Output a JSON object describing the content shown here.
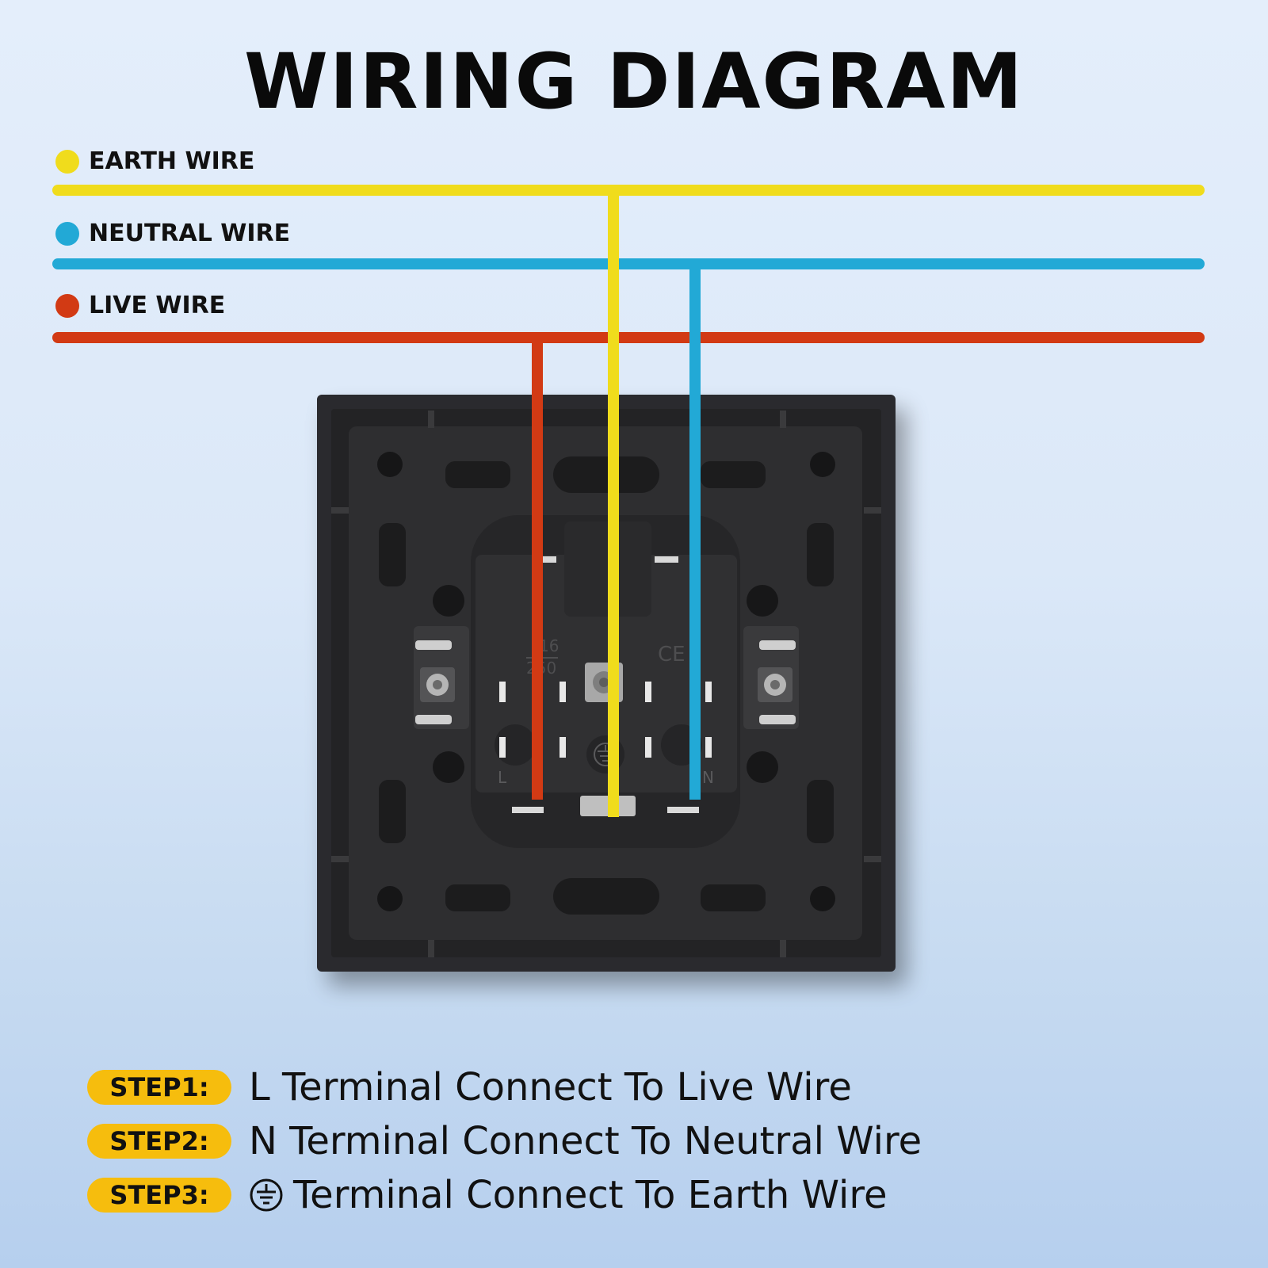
{
  "title": "WIRING DIAGRAM",
  "legend": [
    {
      "label": "EARTH WIRE",
      "color": "#f0dc1c"
    },
    {
      "label": "NEUTRAL WIRE",
      "color": "#22a9d6"
    },
    {
      "label": "LIVE WIRE",
      "color": "#d23a14"
    }
  ],
  "socket_markings": {
    "left_terminal": "L",
    "right_terminal": "N",
    "rating_top": "16",
    "rating_bottom": "250",
    "cert": "CE"
  },
  "steps": [
    {
      "badge": "STEP1:",
      "text": "L Terminal Connect To Live Wire"
    },
    {
      "badge": "STEP2:",
      "text": "N Terminal Connect To Neutral Wire"
    },
    {
      "badge": "STEP3:",
      "text": "Terminal Connect To Earth Wire",
      "icon": "earth-symbol-icon"
    }
  ]
}
